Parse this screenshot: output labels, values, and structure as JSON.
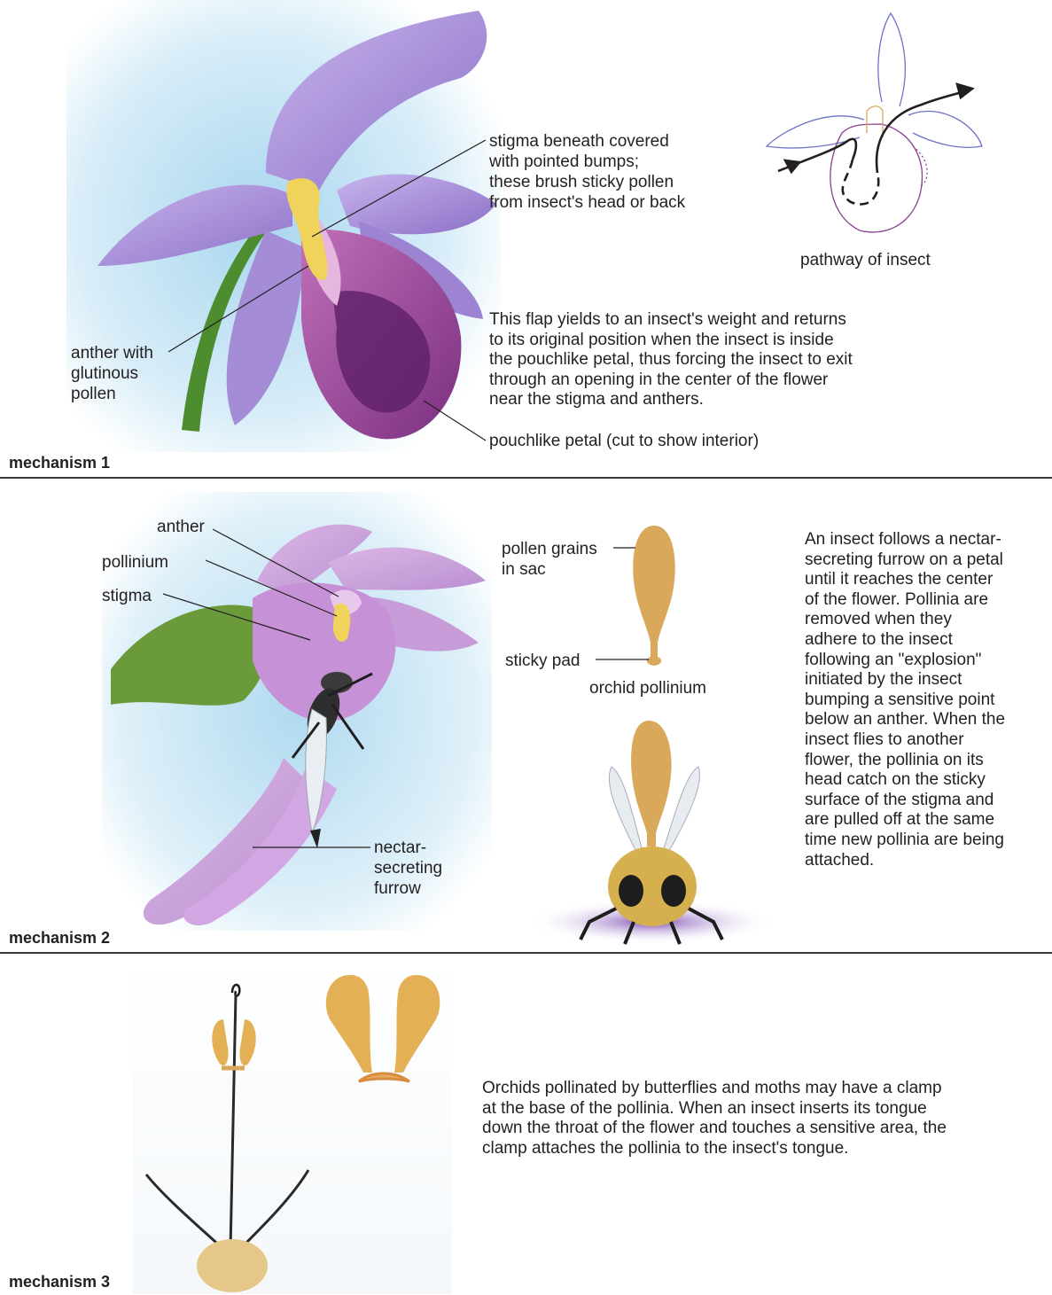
{
  "mechanism1": {
    "section_label": "mechanism 1",
    "stigma_label": [
      "stigma beneath covered",
      "with pointed bumps;",
      "these brush sticky pollen",
      "from insect's head or back"
    ],
    "anther_label": [
      "anther with",
      "glutinous",
      "pollen"
    ],
    "pathway_caption": "pathway of insect",
    "flap_description": [
      "This flap yields to an insect's weight and returns",
      "to its original position when the insect is inside",
      "the pouchlike petal, thus forcing the insect to exit",
      "through an opening in the center of the flower",
      "near the stigma and anthers."
    ],
    "pouch_label": "pouchlike petal (cut to show interior)"
  },
  "mechanism2": {
    "section_label": "mechanism 2",
    "anther_label": "anther",
    "pollinium_label": "pollinium",
    "stigma_label": "stigma",
    "furrow_label": [
      "nectar-",
      "secreting",
      "furrow"
    ],
    "pollen_label": [
      "pollen grains",
      "in sac"
    ],
    "sticky_pad_label": "sticky pad",
    "pollinium_caption": "orchid pollinium",
    "description": [
      "An insect follows a nectar-",
      "secreting furrow on a petal",
      "until it reaches the center",
      "of the flower.  Pollinia are",
      "removed when they",
      "adhere to the insect",
      "following an \"explosion\"",
      "initiated by the insect",
      "bumping a sensitive point",
      "below an anther.  When the",
      "insect flies to another",
      "flower, the pollinia on its",
      "head catch on the sticky",
      "surface of the stigma and",
      "are pulled off at the same",
      "time new pollinia are being",
      "attached."
    ]
  },
  "mechanism3": {
    "section_label": "mechanism 3",
    "description": [
      "Orchids pollinated by butterflies and moths may have a clamp",
      "at the base of the pollinia.  When an insect inserts its tongue",
      "down the throat of the flower and touches a sensitive area, the",
      "clamp attaches the pollinia to the insect's tongue."
    ]
  },
  "colors": {
    "petal_lilac": "#a98fd6",
    "pouch_magenta": "#8a3f8f",
    "sky_blue": "#bfe0f2",
    "anther_yellow": "#f0d35a",
    "stem_green": "#4d8c2f",
    "pollinium_gold": "#d9a85a",
    "rule_gray": "#3a3a3a"
  }
}
